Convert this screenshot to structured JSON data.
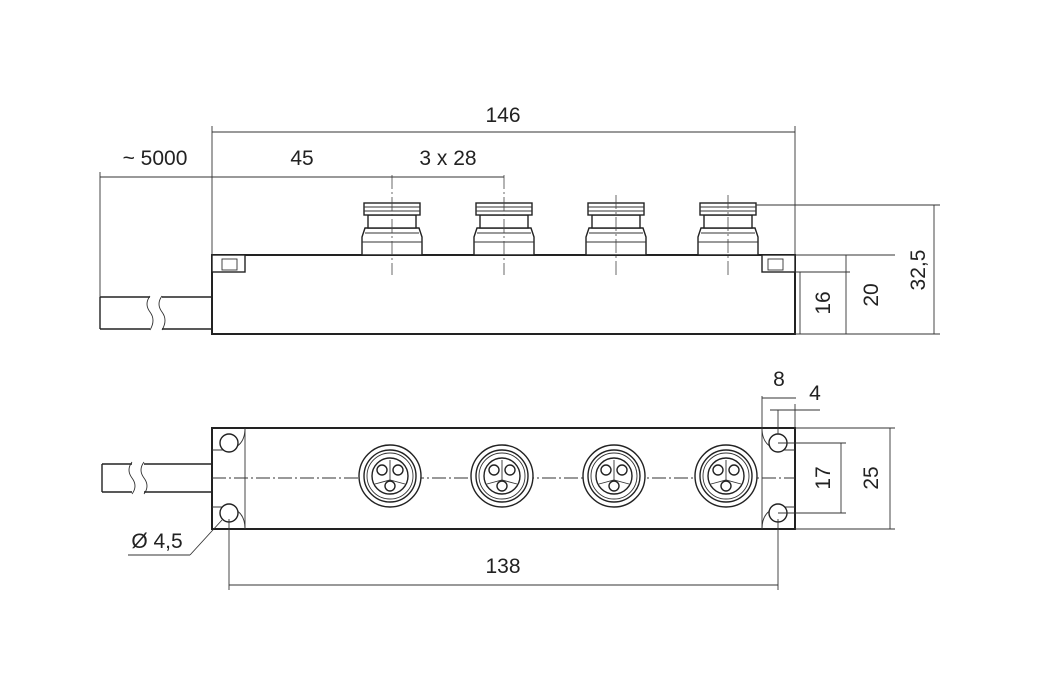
{
  "dimensions": {
    "overall_length": "146",
    "cable_length": "~ 5000",
    "first_offset": "45",
    "pitch": "3 x 28",
    "housing_height": "16",
    "height_to_connector_base": "20",
    "total_height": "32,5",
    "hole_offset_x": "8",
    "hole_offset_y": "4",
    "hole_spacing": "17",
    "housing_width": "25",
    "hole_distance": "138",
    "hole_diameter": "Ø 4,5"
  }
}
